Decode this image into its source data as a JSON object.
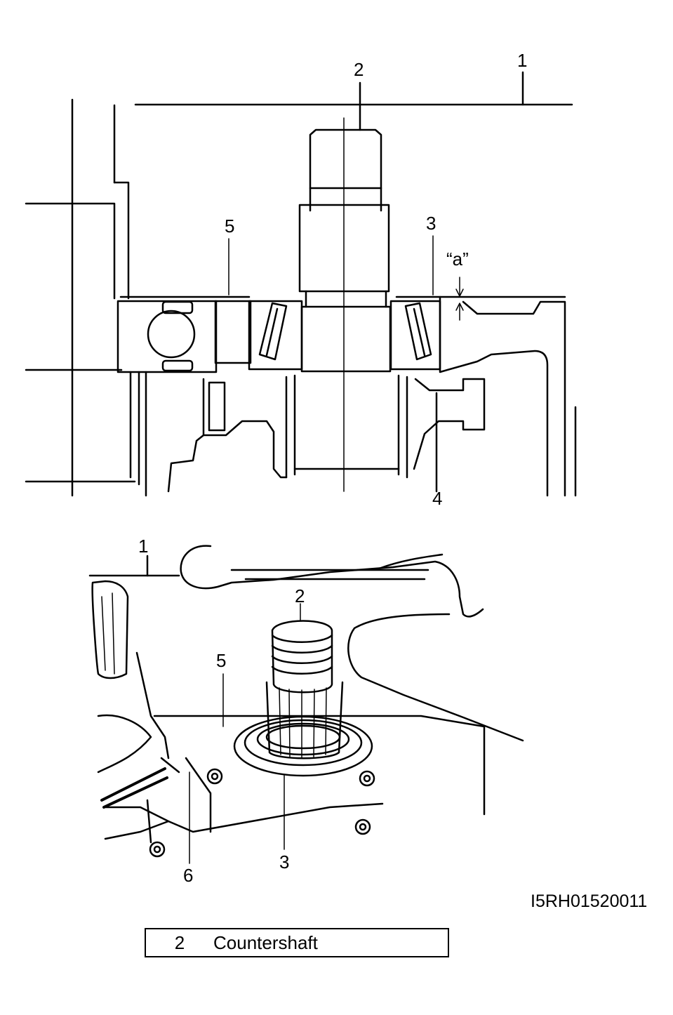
{
  "top_diagram": {
    "callouts": [
      "1",
      "2",
      "3",
      "4",
      "5"
    ],
    "gap_label": "“a”"
  },
  "bottom_diagram": {
    "callouts": [
      "1",
      "2",
      "3",
      "5",
      "6"
    ]
  },
  "figure_code": "I5RH01520011",
  "legend": {
    "number": "2",
    "text": "Countershaft"
  }
}
